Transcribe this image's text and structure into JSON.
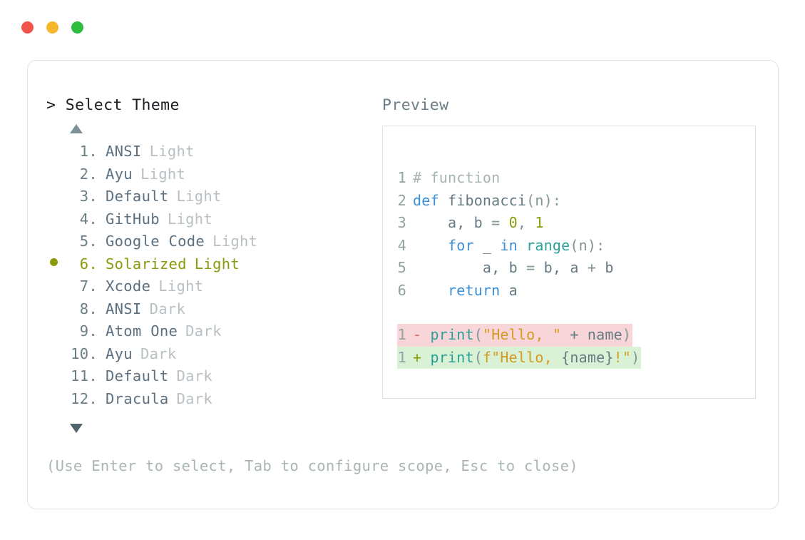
{
  "window": {
    "traffic_lights": [
      {
        "name": "close",
        "color": "#f2544c"
      },
      {
        "name": "minimize",
        "color": "#f5b82b"
      },
      {
        "name": "maximize",
        "color": "#2dbe3f"
      }
    ]
  },
  "selector": {
    "prompt_symbol": ">",
    "title": "Select Theme",
    "scroll_up_icon": "triangle-up-icon",
    "scroll_down_icon": "triangle-down-icon",
    "selected_index": 6,
    "items": [
      {
        "index": "1.",
        "name": "ANSI",
        "variant": "Light",
        "selected": false
      },
      {
        "index": "2.",
        "name": "Ayu",
        "variant": "Light",
        "selected": false
      },
      {
        "index": "3.",
        "name": "Default",
        "variant": "Light",
        "selected": false
      },
      {
        "index": "4.",
        "name": "GitHub",
        "variant": "Light",
        "selected": false
      },
      {
        "index": "5.",
        "name": "Google Code",
        "variant": "Light",
        "selected": false
      },
      {
        "index": "6.",
        "name": "Solarized",
        "variant": "Light",
        "selected": true
      },
      {
        "index": "7.",
        "name": "Xcode",
        "variant": "Light",
        "selected": false
      },
      {
        "index": "8.",
        "name": "ANSI",
        "variant": "Dark",
        "selected": false
      },
      {
        "index": "9.",
        "name": "Atom One",
        "variant": "Dark",
        "selected": false
      },
      {
        "index": "10.",
        "name": "Ayu",
        "variant": "Dark",
        "selected": false
      },
      {
        "index": "11.",
        "name": "Default",
        "variant": "Dark",
        "selected": false
      },
      {
        "index": "12.",
        "name": "Dracula",
        "variant": "Dark",
        "selected": false
      }
    ]
  },
  "preview": {
    "title": "Preview",
    "code_lines": [
      {
        "n": "1",
        "tokens": [
          {
            "t": "# function",
            "c": "tok-comment"
          }
        ]
      },
      {
        "n": "2",
        "tokens": [
          {
            "t": "def ",
            "c": "tok-keyword"
          },
          {
            "t": "fibonacci",
            "c": "tok-plain"
          },
          {
            "t": "(n):",
            "c": "tok-punct"
          }
        ]
      },
      {
        "n": "3",
        "tokens": [
          {
            "t": "    a, b ",
            "c": "tok-plain"
          },
          {
            "t": "= ",
            "c": "tok-punct"
          },
          {
            "t": "0",
            "c": "tok-number"
          },
          {
            "t": ", ",
            "c": "tok-punct"
          },
          {
            "t": "1",
            "c": "tok-number"
          }
        ]
      },
      {
        "n": "4",
        "tokens": [
          {
            "t": "    ",
            "c": "tok-plain"
          },
          {
            "t": "for ",
            "c": "tok-keyword"
          },
          {
            "t": "_ ",
            "c": "tok-plain"
          },
          {
            "t": "in ",
            "c": "tok-keyword"
          },
          {
            "t": "range",
            "c": "tok-builtin"
          },
          {
            "t": "(n):",
            "c": "tok-punct"
          }
        ]
      },
      {
        "n": "5",
        "tokens": [
          {
            "t": "        a, b ",
            "c": "tok-plain"
          },
          {
            "t": "= ",
            "c": "tok-punct"
          },
          {
            "t": "b, a ",
            "c": "tok-plain"
          },
          {
            "t": "+ ",
            "c": "tok-punct"
          },
          {
            "t": "b",
            "c": "tok-plain"
          }
        ]
      },
      {
        "n": "6",
        "tokens": [
          {
            "t": "    ",
            "c": "tok-plain"
          },
          {
            "t": "return ",
            "c": "tok-keyword"
          },
          {
            "t": "a",
            "c": "tok-plain"
          }
        ]
      }
    ],
    "diff_lines": [
      {
        "n": "1",
        "marker": "-",
        "marker_class": "marker-minus",
        "row_class": "diff-removed",
        "tokens": [
          {
            "t": "print",
            "c": "tok-func"
          },
          {
            "t": "(",
            "c": "tok-punct"
          },
          {
            "t": "\"Hello, \"",
            "c": "tok-string"
          },
          {
            "t": " + ",
            "c": "tok-plain"
          },
          {
            "t": "name",
            "c": "tok-plain"
          },
          {
            "t": ")",
            "c": "tok-punct"
          }
        ]
      },
      {
        "n": "1",
        "marker": "+",
        "marker_class": "marker-plus",
        "row_class": "diff-added",
        "tokens": [
          {
            "t": "print",
            "c": "tok-func"
          },
          {
            "t": "(",
            "c": "tok-punct"
          },
          {
            "t": "f\"Hello, ",
            "c": "tok-string"
          },
          {
            "t": "{name}",
            "c": "tok-plain"
          },
          {
            "t": "!\"",
            "c": "tok-string"
          },
          {
            "t": ")",
            "c": "tok-punct"
          }
        ]
      }
    ]
  },
  "footer": {
    "hint": "(Use Enter to select, Tab to configure scope, Esc to close)"
  }
}
